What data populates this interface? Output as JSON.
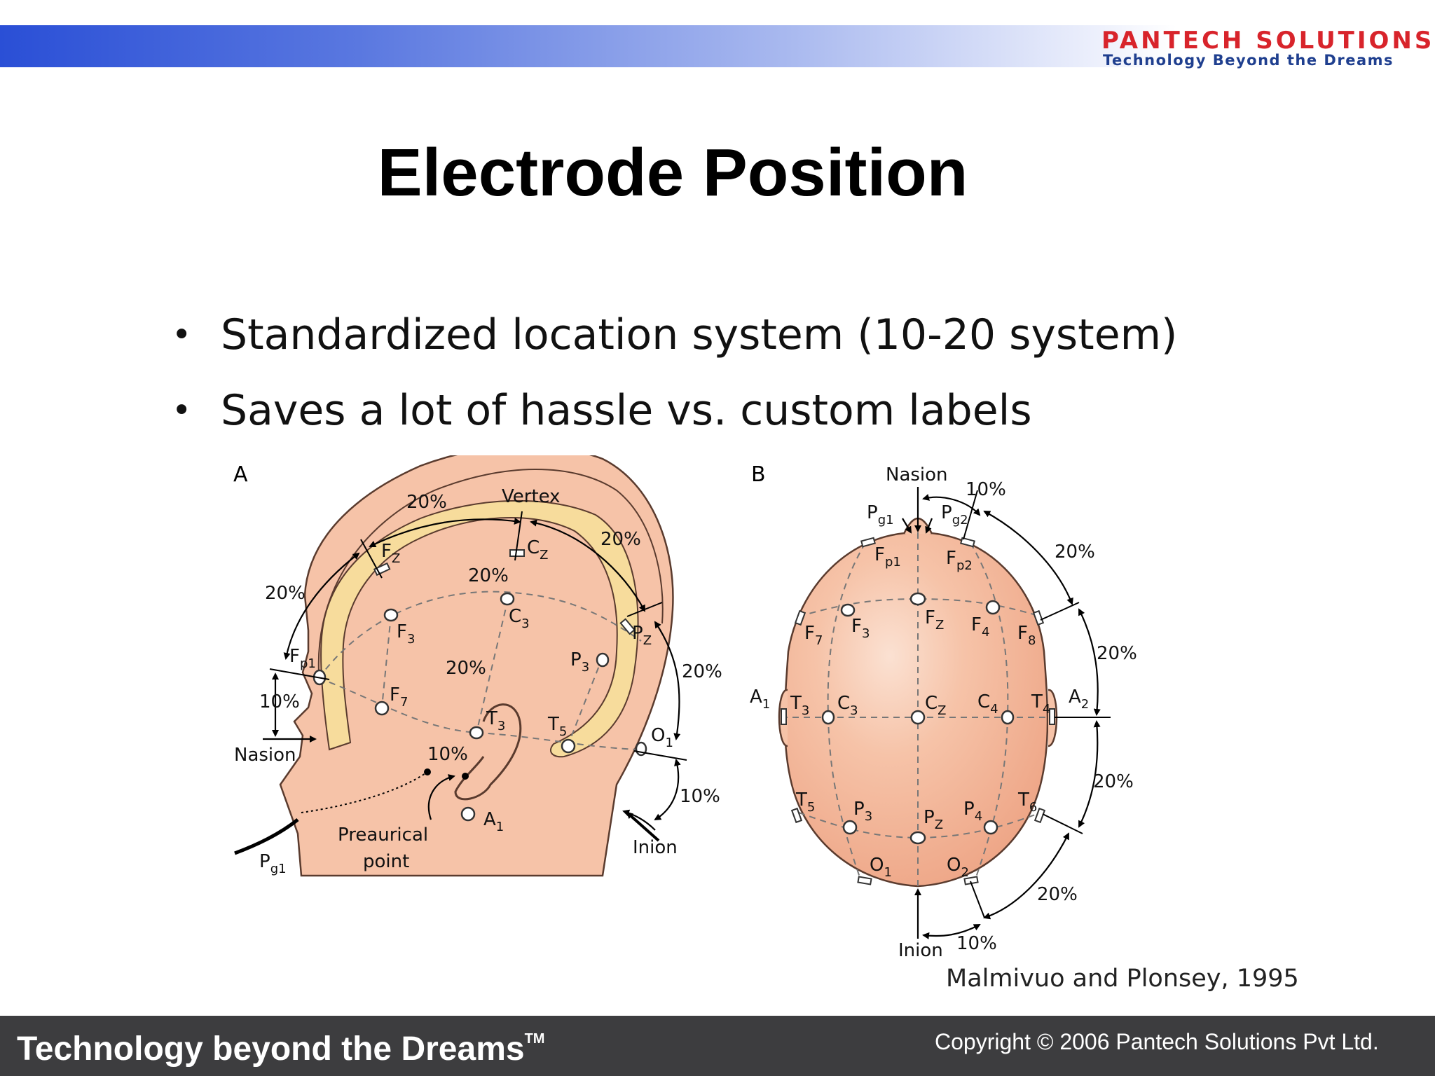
{
  "header": {
    "logo_name": "PANTECH SOLUTIONS",
    "logo_tagline": "Technology Beyond the Dreams",
    "band_color": "#2a4fd6",
    "logo_color": "#d8242b"
  },
  "slide": {
    "title": "Electrode Position",
    "bullets": [
      "Standardized location system (10-20 system)",
      "Saves a lot of hassle vs. custom labels"
    ]
  },
  "figure": {
    "panel_a": {
      "label": "A",
      "landmarks": {
        "vertex": "Vertex",
        "nasion": "Nasion",
        "inion": "Inion",
        "preauricular": "Preaurical point"
      },
      "percent_labels": [
        "20%",
        "20%",
        "20%",
        "20%",
        "20%",
        "20%",
        "10%",
        "10%",
        "10%"
      ],
      "electrodes": [
        "Fz",
        "Cz",
        "Pz",
        "Fp1",
        "F3",
        "C3",
        "P3",
        "F7",
        "T3",
        "T5",
        "O1",
        "A1",
        "Pg1"
      ]
    },
    "panel_b": {
      "label": "B",
      "landmarks": {
        "nasion": "Nasion",
        "inion": "Inion"
      },
      "percent_labels": [
        "10%",
        "20%",
        "20%",
        "20%",
        "20%",
        "10%"
      ],
      "electrodes": [
        "Pg1",
        "Pg2",
        "Fp1",
        "Fp2",
        "F7",
        "F3",
        "Fz",
        "F4",
        "F8",
        "A1",
        "T3",
        "C3",
        "Cz",
        "C4",
        "T4",
        "A2",
        "T5",
        "P3",
        "Pz",
        "P4",
        "T6",
        "O1",
        "O2"
      ]
    },
    "citation": "Malmivuo and Plonsey, 1995",
    "skin_color": "#f6c3a8",
    "bone_color": "#f7dc9c"
  },
  "footer": {
    "tagline": "Technology beyond the Dreams",
    "trademark": "TM",
    "copyright": "Copyright © 2006 Pantech Solutions Pvt Ltd."
  }
}
